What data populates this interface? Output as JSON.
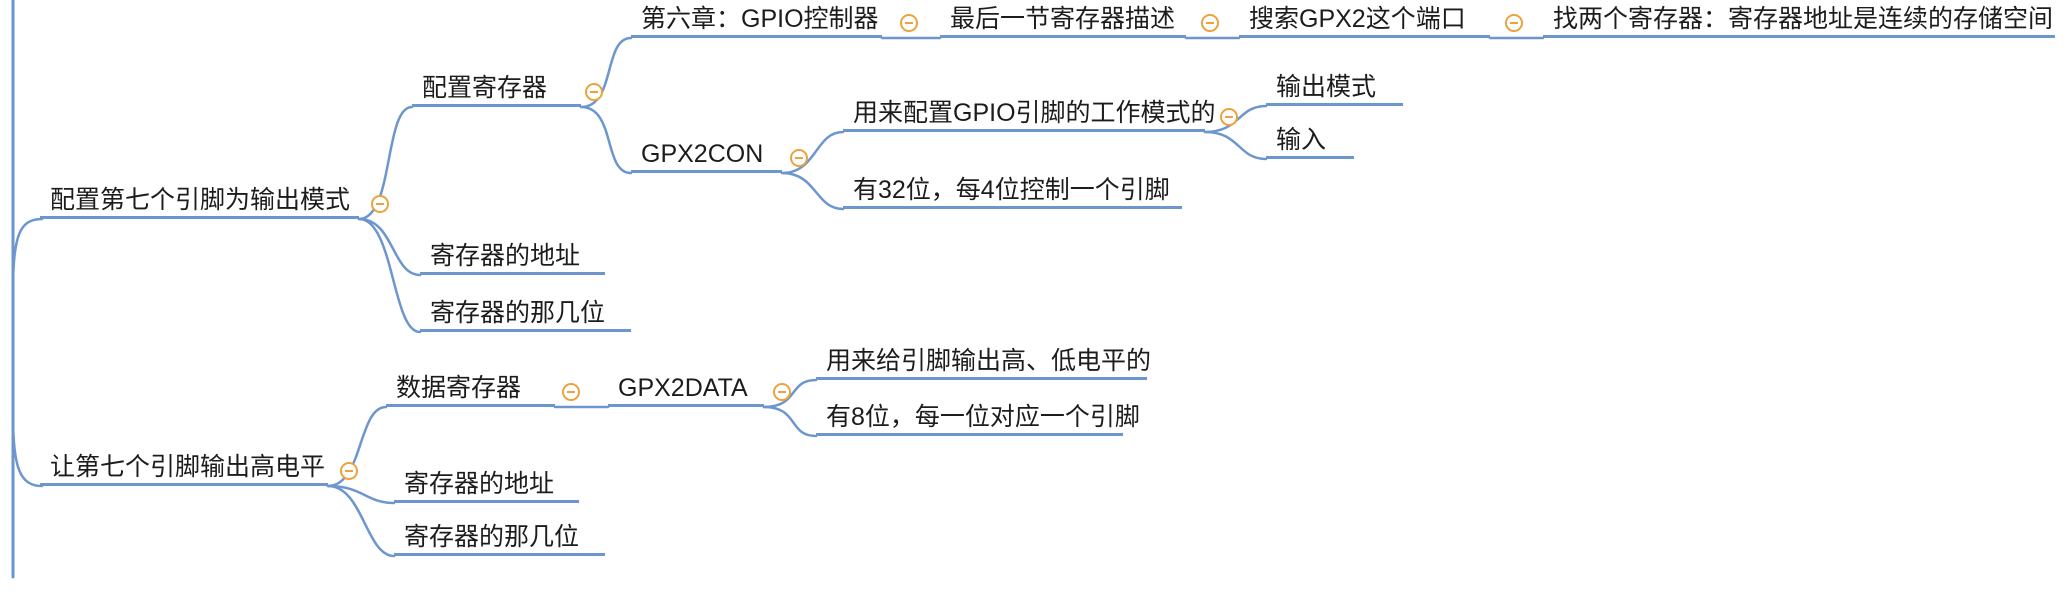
{
  "diagram": {
    "type": "mindmap",
    "style": {
      "line_color": "#6E96CE",
      "collapse_icon_color": "#ECA33C",
      "text_color": "#1C1C1C",
      "background": "#FFFFFF"
    },
    "collapse_icon": {
      "name": "collapse-icon",
      "symbol": "−"
    },
    "branches": [
      {
        "label": "配置第七个引脚为输出模式",
        "children": [
          {
            "label": "配置寄存器",
            "children": [
              {
                "label": "第六章：GPIO控制器",
                "children": [
                  {
                    "label": "最后一节寄存器描述",
                    "children": [
                      {
                        "label": "搜索GPX2这个端口",
                        "children": [
                          {
                            "label": "找两个寄存器：寄存器地址是连续的存储空间",
                            "children": []
                          }
                        ]
                      }
                    ]
                  }
                ]
              },
              {
                "label": "GPX2CON",
                "children": [
                  {
                    "label": "用来配置GPIO引脚的工作模式的",
                    "children": [
                      {
                        "label": "输出模式",
                        "children": []
                      },
                      {
                        "label": "输入",
                        "children": []
                      }
                    ]
                  },
                  {
                    "label": "有32位，每4位控制一个引脚",
                    "children": []
                  }
                ]
              }
            ]
          },
          {
            "label": "寄存器的地址",
            "children": []
          },
          {
            "label": "寄存器的那几位",
            "children": []
          }
        ]
      },
      {
        "label": "让第七个引脚输出高电平",
        "children": [
          {
            "label": "数据寄存器",
            "children": [
              {
                "label": "GPX2DATA",
                "children": [
                  {
                    "label": "用来给引脚输出高、低电平的",
                    "children": []
                  },
                  {
                    "label": "有8位，每一位对应一个引脚",
                    "children": []
                  }
                ]
              }
            ]
          },
          {
            "label": "寄存器的地址",
            "children": []
          },
          {
            "label": "寄存器的那几位",
            "children": []
          }
        ]
      }
    ]
  }
}
